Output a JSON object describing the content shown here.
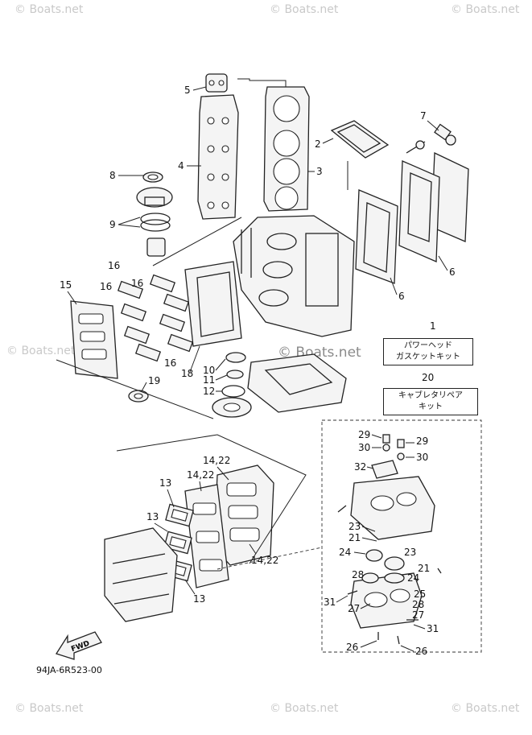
{
  "watermark": "© Boats.net",
  "center_watermark": "© Boats.net",
  "diagram_code": "94JA-6R523-00",
  "fwd_label": "FWD",
  "kits": [
    {
      "number": "1",
      "lines": [
        "パワーヘッド",
        "ガスケットキット"
      ]
    },
    {
      "number": "20",
      "lines": [
        "キャブレタリペア",
        "キット"
      ]
    }
  ],
  "callouts": [
    "1",
    "2",
    "3",
    "4",
    "5",
    "6",
    "7",
    "8",
    "9",
    "10",
    "11",
    "12",
    "13",
    "14,22",
    "15",
    "16",
    "18",
    "19",
    "20",
    "21",
    "23",
    "24",
    "25",
    "26",
    "27",
    "28",
    "29",
    "30",
    "31",
    "32"
  ]
}
